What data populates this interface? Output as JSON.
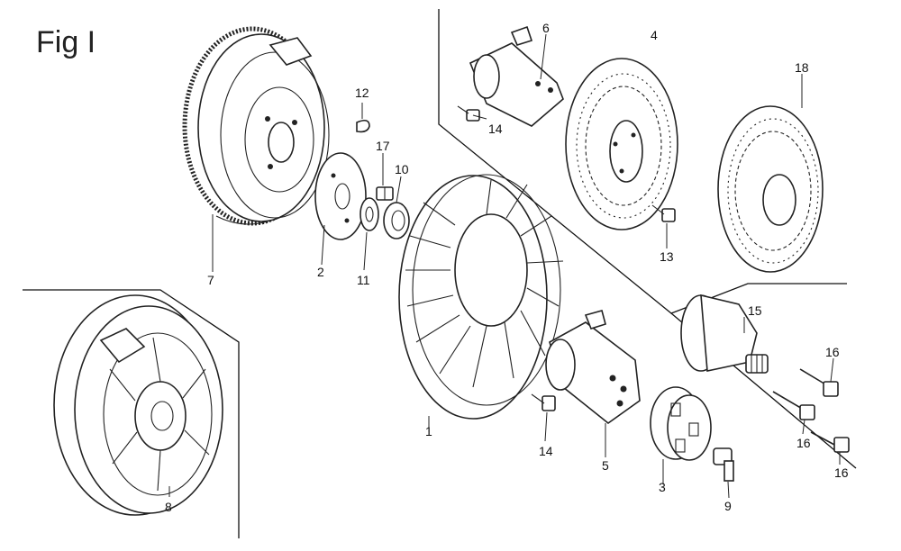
{
  "figure": {
    "title": "Fig I"
  },
  "callouts": [
    {
      "id": "c1",
      "label": "1"
    },
    {
      "id": "c2",
      "label": "2"
    },
    {
      "id": "c3",
      "label": "3"
    },
    {
      "id": "c4",
      "label": "4"
    },
    {
      "id": "c5",
      "label": "5"
    },
    {
      "id": "c6",
      "label": "6"
    },
    {
      "id": "c7",
      "label": "7"
    },
    {
      "id": "c8",
      "label": "8"
    },
    {
      "id": "c9",
      "label": "9"
    },
    {
      "id": "c10",
      "label": "10"
    },
    {
      "id": "c11",
      "label": "11"
    },
    {
      "id": "c12",
      "label": "12"
    },
    {
      "id": "c13",
      "label": "13"
    },
    {
      "id": "c14a",
      "label": "14"
    },
    {
      "id": "c14b",
      "label": "14"
    },
    {
      "id": "c15",
      "label": "15"
    },
    {
      "id": "c16a",
      "label": "16"
    },
    {
      "id": "c16b",
      "label": "16"
    },
    {
      "id": "c16c",
      "label": "16"
    },
    {
      "id": "c17",
      "label": "17"
    },
    {
      "id": "c18",
      "label": "18"
    }
  ]
}
